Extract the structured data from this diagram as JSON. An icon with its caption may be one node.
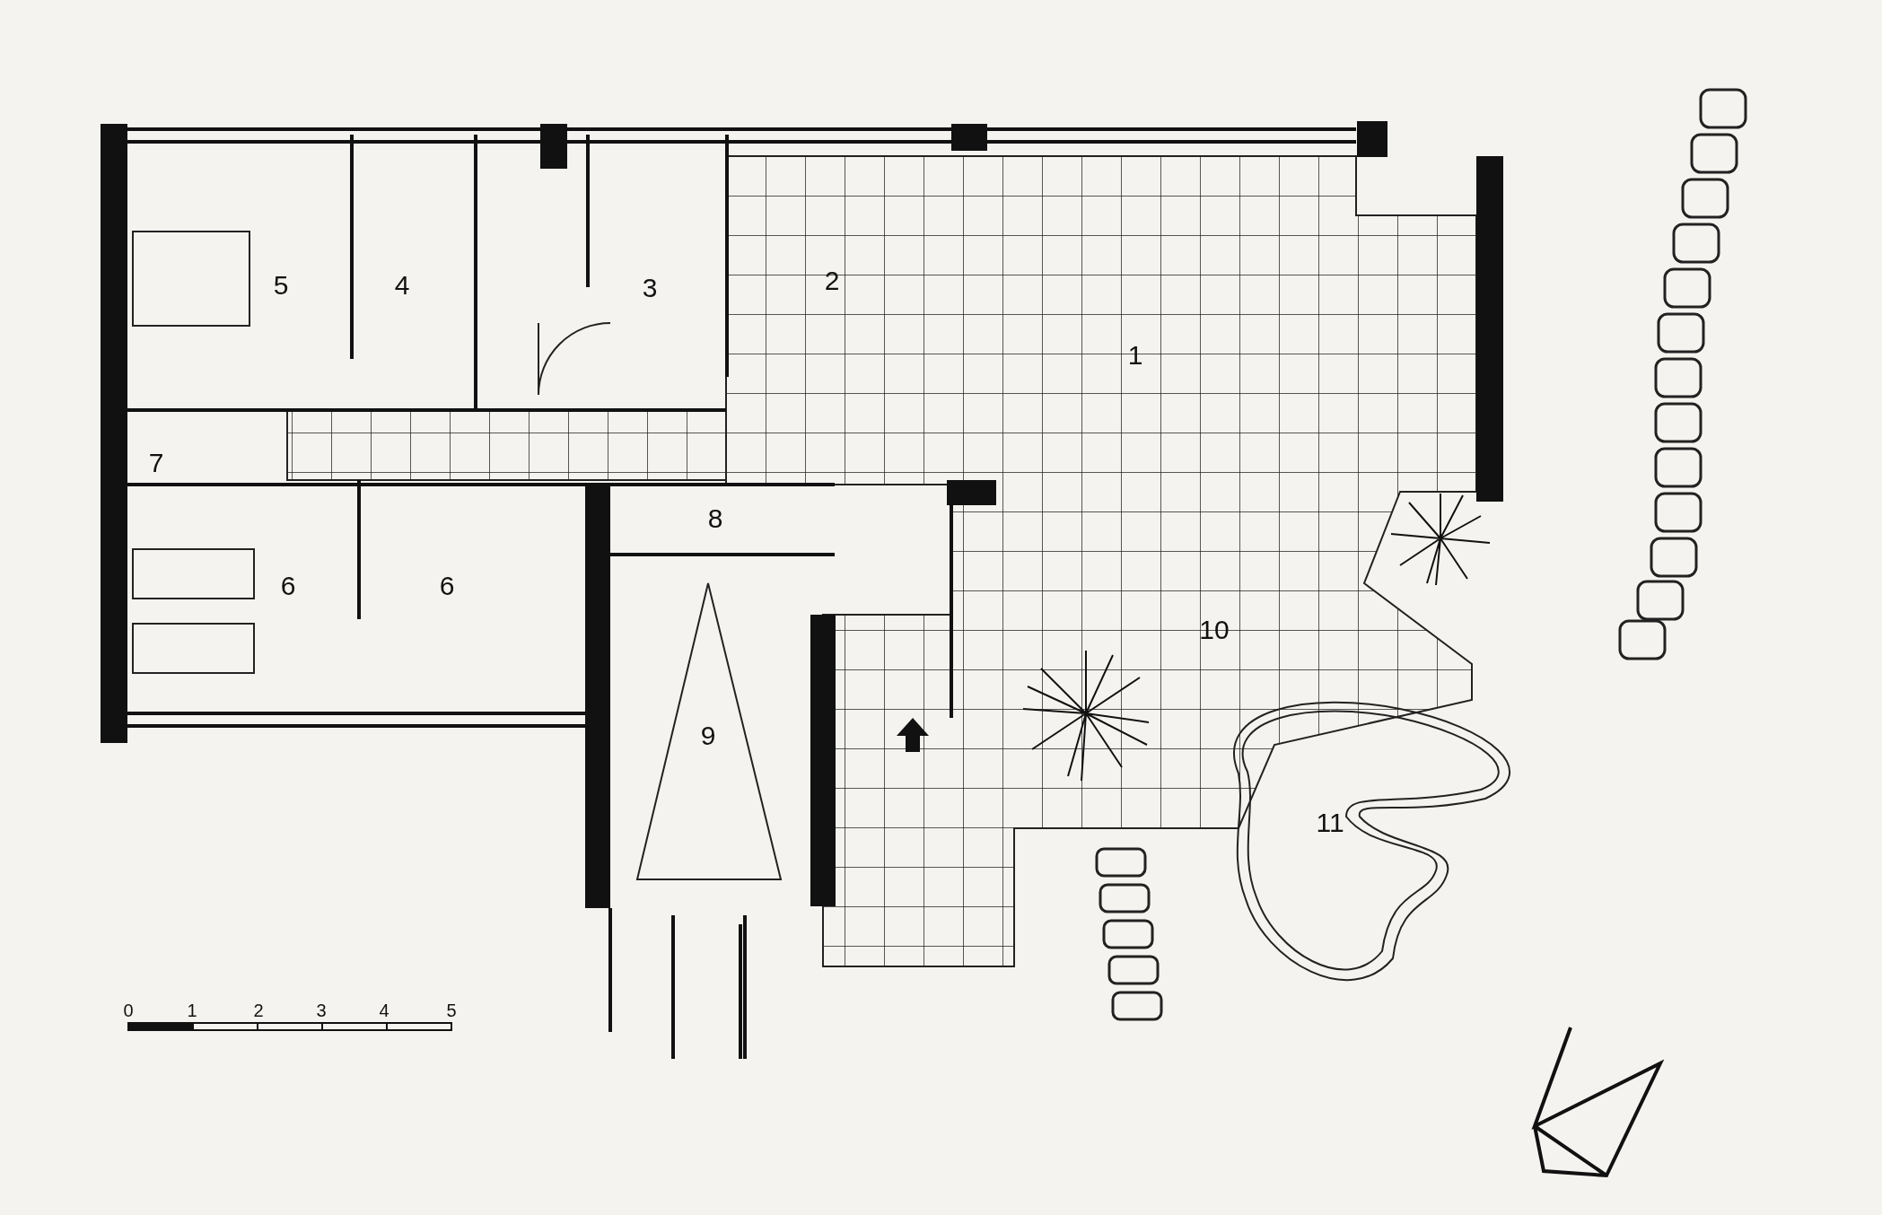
{
  "diagram": {
    "labels": [
      "5",
      "4",
      "3",
      "2",
      "1",
      "7",
      "8",
      "6",
      "6",
      "10",
      "9",
      "11",
      "0",
      "1",
      "2",
      "3",
      "4",
      "5"
    ]
  }
}
